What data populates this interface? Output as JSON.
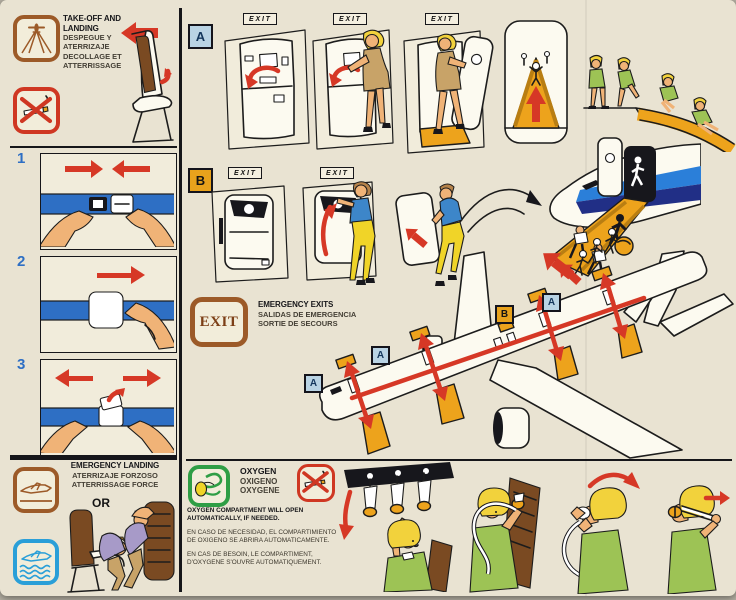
{
  "takeoff": {
    "title_en": "TAKE-OFF AND LANDING",
    "title_es": "DESPEGUE Y ATERRIZAJE",
    "title_fr": "DECOLLAGE ET ATTERRISSAGE"
  },
  "belt_steps": [
    {
      "num": "1"
    },
    {
      "num": "2"
    },
    {
      "num": "3"
    }
  ],
  "emergency_landing": {
    "title_en": "EMERGENCY LANDING",
    "title_es": "ATERRIZAJE FORZOSO",
    "title_fr": "ATTERRISSAGE FORCE",
    "or_label": "OR"
  },
  "exits": {
    "row_a": "A",
    "row_b": "B",
    "sign": "EXIT",
    "box": "EXIT",
    "title_en": "EMERGENCY EXITS",
    "title_es": "SALIDAS DE EMERGENCIA",
    "title_fr": "SORTIE DE SECOURS",
    "markers": [
      {
        "label": "A"
      },
      {
        "label": "A"
      },
      {
        "label": "B"
      },
      {
        "label": "A"
      }
    ]
  },
  "oxygen": {
    "title_en": "OXYGEN",
    "title_es": "OXIGENO",
    "title_fr": "OXYGENE",
    "note_en": "OXYGEN COMPARTMENT WILL OPEN AUTOMATICALLY, IF NEEDED.",
    "note_es": "EN CASO DE NECESIDAD, EL COMPARTIMIENTO DE OXIGENO SE ABRIRA AUTOMATICAMENTE.",
    "note_fr": "EN CAS DE BESOIN, LE COMPARTIMENT, D'OXYGENE S'OUVRE AUTOMATIQUEMENT."
  },
  "colors": {
    "card_background": "#e9e3d2",
    "brown": "#9c5a28",
    "red": "#d63826",
    "belt_blue": "#2e6fc4",
    "slide_orange": "#eda31c",
    "oxygen_green": "#2f9e45",
    "water_blue": "#2a9fd8",
    "marker_a_bg": "#b9d3e4",
    "marker_b_bg": "#e8a21c"
  }
}
